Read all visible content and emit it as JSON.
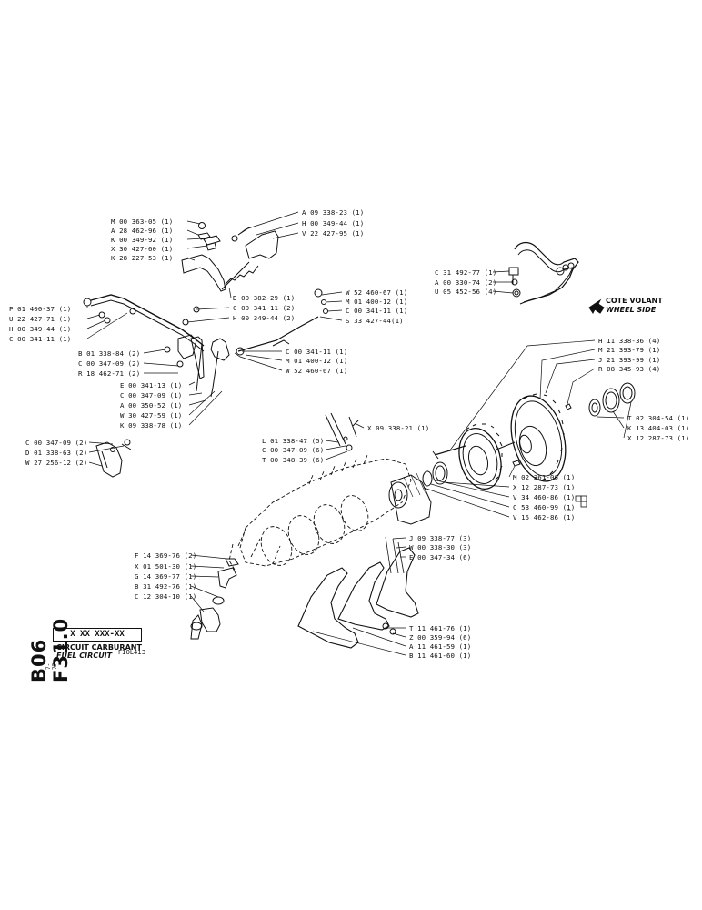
{
  "sheet": {
    "section_code": "B06  F31.0",
    "part_code": "X XX XXX-XX",
    "date_code": "7-77",
    "title": "CIRCUIT CARBURANT",
    "subtitle": "FUEL CIRCUIT",
    "model": "F10L413",
    "wheel_fr": "COTE VOLANT",
    "wheel_en": "WHEEL SIDE"
  },
  "labels": [
    {
      "text": "M 00 363-05 (1)"
    },
    {
      "text": "A 28 462-96 (1)"
    },
    {
      "text": "K 00 349-92 (1)"
    },
    {
      "text": "X 30 427-60 (1)"
    },
    {
      "text": "K 28 227-53 (1)"
    },
    {
      "text": "A 09 338-23 (1)"
    },
    {
      "text": "H 00 349-44 (1)"
    },
    {
      "text": "V 22 427-95 (1)"
    },
    {
      "text": "D 00 382-29 (1)"
    },
    {
      "text": "C 00 341-11 (2)"
    },
    {
      "text": "H 00 349-44 (2)"
    },
    {
      "text": "W 52 460-67 (1)"
    },
    {
      "text": "M 01 400-12 (1)"
    },
    {
      "text": "C 00 341-11 (1)"
    },
    {
      "text": "S 33 427-44(1)"
    },
    {
      "text": "P 01 400-37 (1)"
    },
    {
      "text": "U 22 427-71 (1)"
    },
    {
      "text": "H 00 349-44 (1)"
    },
    {
      "text": "C 00 341-11 (1)"
    },
    {
      "text": "B 01 338-84 (2)"
    },
    {
      "text": "C 00 347-09 (2)"
    },
    {
      "text": "R 18 462-71 (2)"
    },
    {
      "text": "C 00 341-11 (1)"
    },
    {
      "text": "M 01 400-12 (1)"
    },
    {
      "text": "W 52 460-67 (1)"
    },
    {
      "text": "E 00 341-13 (1)"
    },
    {
      "text": "C 00 347-09 (1)"
    },
    {
      "text": "A 00 350-52 (1)"
    },
    {
      "text": "W 30 427-59 (1)"
    },
    {
      "text": "K 09 338-78 (1)"
    },
    {
      "text": "C 31 492-77 (1)"
    },
    {
      "text": "A 00 330-74 (2)"
    },
    {
      "text": "U 05 452-56 (4)"
    },
    {
      "text": "H 11 338-36 (4)"
    },
    {
      "text": "M 21 393-79 (1)"
    },
    {
      "text": "J 21 393-99 (1)"
    },
    {
      "text": "R 08 345-93 (4)"
    },
    {
      "text": "T 02 304-54 (1)"
    },
    {
      "text": "K 13 404-03 (1)"
    },
    {
      "text": "X 12 287-73 (1)"
    },
    {
      "text": "L 01 338-47 (5)"
    },
    {
      "text": "C 00 347-09 (6)"
    },
    {
      "text": "T 00 348-39 (6)"
    },
    {
      "text": "X 09 338-21 (1)"
    },
    {
      "text": "C 00 347-09 (2)"
    },
    {
      "text": "D 01 338-63 (2)"
    },
    {
      "text": "W 27 256-12 (2)"
    },
    {
      "text": "M 02 361-06 (1)"
    },
    {
      "text": "X 12 287-73 (1)"
    },
    {
      "text": "V 34 460-86 (1)"
    },
    {
      "text": "C 53 460-99 (1)"
    },
    {
      "text": "V 15 462-86 (1)"
    },
    {
      "text": "J 09 338-77 (3)"
    },
    {
      "text": "W 00 338-30 (3)"
    },
    {
      "text": "E 00 347-34 (6)"
    },
    {
      "text": "F 14 369-76 (2)"
    },
    {
      "text": "X 01 501-30 (1)"
    },
    {
      "text": "G 14 369-77 (1)"
    },
    {
      "text": "B 31 492-76 (1)"
    },
    {
      "text": "C 12 304-10 (1)"
    },
    {
      "text": "T 11 461-76 (1)"
    },
    {
      "text": "Z 00 359-94 (6)"
    },
    {
      "text": "A 11 461-59 (1)"
    },
    {
      "text": "B 11 461-60 (1)"
    }
  ]
}
